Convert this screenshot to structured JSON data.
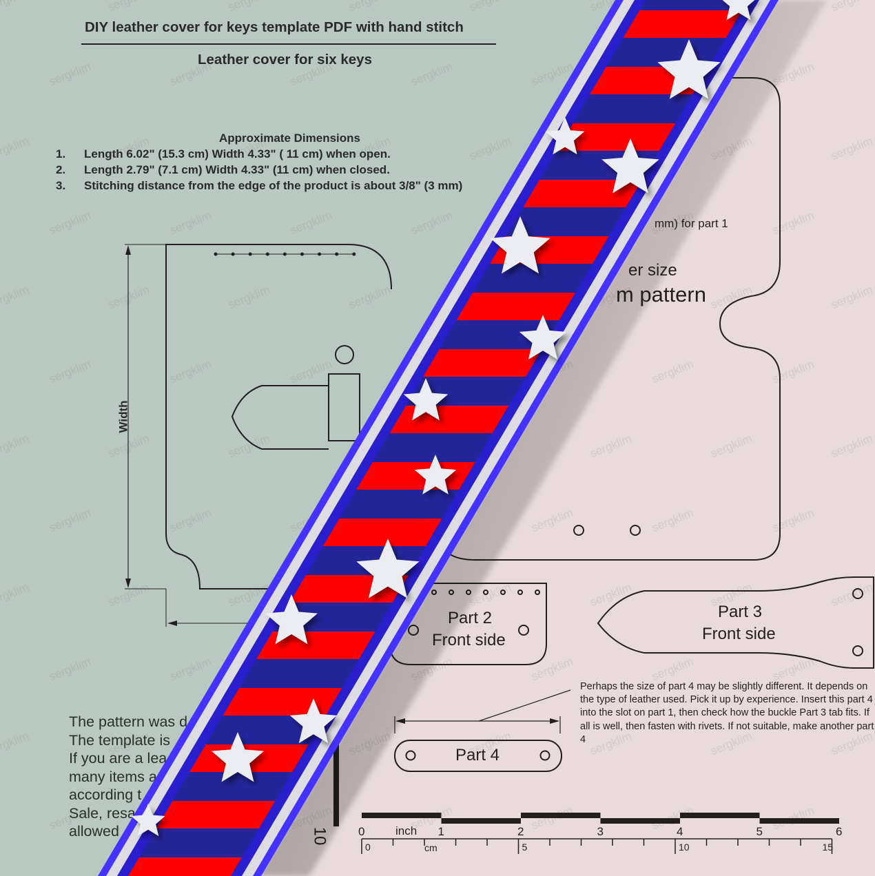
{
  "header": {
    "title": "DIY leather cover for keys template PDF with hand stitch",
    "subtitle": "Leather cover for six keys"
  },
  "dimensions": {
    "heading": "Approximate Dimensions",
    "items": [
      {
        "num": "1.",
        "text": "Length 6.02\" (15.3 cm) Width 4.33\" ( 11 cm) when open."
      },
      {
        "num": "2.",
        "text": "Length 2.79\" (7.1 cm) Width 4.33\" (11 cm) when closed."
      },
      {
        "num": "3.",
        "text": "Stitching distance from the edge of the product is about 3/8\" (3 mm)"
      }
    ]
  },
  "drawing": {
    "width_label": "Width"
  },
  "part1": {
    "line1": "mm) for part 1",
    "line2": "er size",
    "line3": "m pattern"
  },
  "part2": {
    "name": "Part 2",
    "side": "Front side"
  },
  "part3": {
    "name": "Part 3",
    "side": "Front side"
  },
  "part4": {
    "name": "Part 4",
    "note": "Perhaps the size of part 4 may be slightly different. It depends on the type of leather used. Pick it up by experience. Insert this part 4 into the slot on part 1, then check how the buckle Part 3 tab fits. If all is well, then fasten with rivets. If not suitable, make another part 4"
  },
  "bottom_text": [
    "The pattern was d",
    "The template is",
    "If you are a lea",
    "many items a",
    "according t",
    "Sale, resa",
    "allowed"
  ],
  "vertical_label": "10",
  "ruler": {
    "inch_label": "inch",
    "cm_label": "cm",
    "inch_ticks": [
      "0",
      "1",
      "2",
      "3",
      "4",
      "5",
      "6"
    ],
    "cm_ticks": [
      "0",
      "5",
      "10",
      "15"
    ]
  },
  "watermark": "sergklim",
  "colors": {
    "left_bg": "#b9c8c1",
    "right_bg": "#e9dbdb",
    "ribbon_outer": "#4433ff",
    "ribbon_gray": "#dcdce2",
    "ribbon_blue": "#2a1fcc",
    "ribbon_navy": "#25259a",
    "stripe_red": "#ff0000",
    "star": "#ecedf2"
  }
}
